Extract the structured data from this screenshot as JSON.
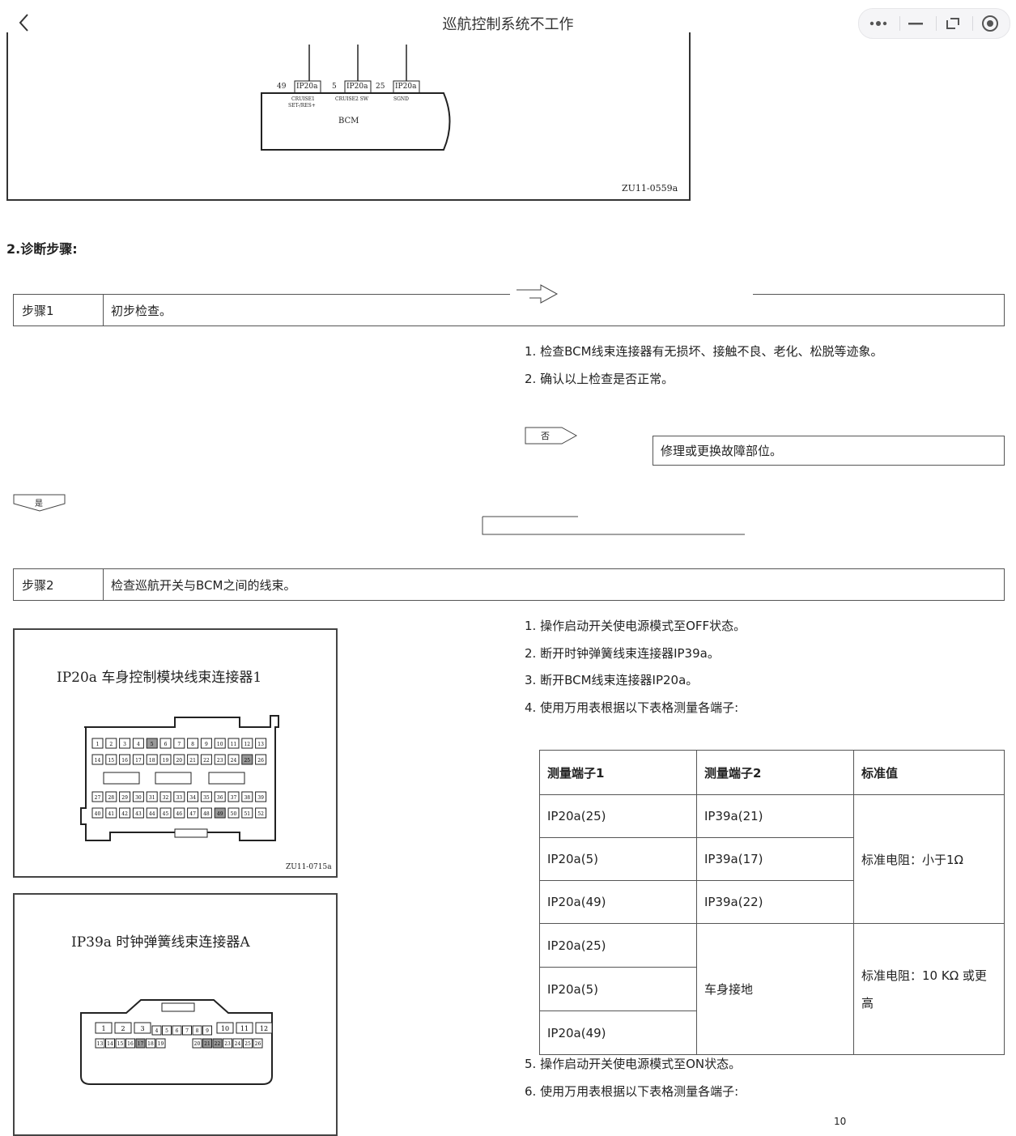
{
  "header": {
    "title": "巡航控制系统不工作",
    "back_icon": "chevron-left-icon",
    "controls": [
      "more-icon",
      "minimize-icon",
      "restore-icon",
      "record-icon"
    ]
  },
  "diagram1": {
    "pins": [
      {
        "num": "49",
        "conn": "IP20a",
        "sig": "CRUISE1",
        "sig2": "SET-/RES+"
      },
      {
        "num": "5",
        "conn": "IP20a",
        "sig": "CRUISE2 SW",
        "sig2": ""
      },
      {
        "num": "25",
        "conn": "IP20a",
        "sig": "SGND",
        "sig2": ""
      }
    ],
    "module": "BCM",
    "code": "ZU11-0559a"
  },
  "section_title": "2.诊断步骤:",
  "step1": {
    "label": "步骤1",
    "text": "初步检查。",
    "items": [
      "1. 检查BCM线束连接器有无损坏、接触不良、老化、松脱等迹象。",
      "2. 确认以上检查是否正常。"
    ],
    "no_label": "否",
    "no_action": "修理或更换故障部位。",
    "yes_label": "是"
  },
  "step2": {
    "label": "步骤2",
    "text": "检查巡航开关与BCM之间的线束。",
    "items": [
      "1. 操作启动开关使电源模式至OFF状态。",
      "2. 断开时钟弹簧线束连接器IP39a。",
      "3. 断开BCM线束连接器IP20a。",
      "4. 使用万用表根据以下表格测量各端子:"
    ],
    "items_after": [
      "5. 操作启动开关使电源模式至ON状态。",
      "6. 使用万用表根据以下表格测量各端子:"
    ]
  },
  "figure1": {
    "title": "IP20a 车身控制模块线束连接器1",
    "code": "ZU11-0715a",
    "row1": [
      "1",
      "2",
      "3",
      "4",
      "5",
      "6",
      "7",
      "8",
      "9",
      "10",
      "11",
      "12",
      "13"
    ],
    "row2": [
      "14",
      "15",
      "16",
      "17",
      "18",
      "19",
      "20",
      "21",
      "22",
      "23",
      "24",
      "25",
      "26"
    ],
    "row3": [
      "27",
      "28",
      "29",
      "30",
      "31",
      "32",
      "33",
      "34",
      "35",
      "36",
      "37",
      "38",
      "39"
    ],
    "row4": [
      "40",
      "41",
      "42",
      "43",
      "44",
      "45",
      "46",
      "47",
      "48",
      "49",
      "50",
      "51",
      "52"
    ]
  },
  "figure2": {
    "title": "IP39a 时钟弹簧线束连接器A",
    "row1": [
      "1",
      "2",
      "3",
      "4",
      "5",
      "6",
      "7",
      "8",
      "9",
      "10",
      "11",
      "12"
    ],
    "row2": [
      "13",
      "14",
      "15",
      "16",
      "17",
      "18",
      "19",
      "20",
      "21",
      "22",
      "23",
      "24",
      "25",
      "26"
    ]
  },
  "table": {
    "headers": [
      "测量端子1",
      "测量端子2",
      "标准值"
    ],
    "rows": [
      [
        "IP20a(25)",
        "IP39a(21)"
      ],
      [
        "IP20a(5)",
        "IP39a(17)"
      ],
      [
        "IP20a(49)",
        "IP39a(22)"
      ],
      [
        "IP20a(25)"
      ],
      [
        "IP20a(5)"
      ],
      [
        "IP20a(49)"
      ]
    ],
    "group1_std": "标准电阻：小于1Ω",
    "group2_t2": "车身接地",
    "group2_std": "标准电阻：10 KΩ 或更高"
  },
  "page_number": "10"
}
